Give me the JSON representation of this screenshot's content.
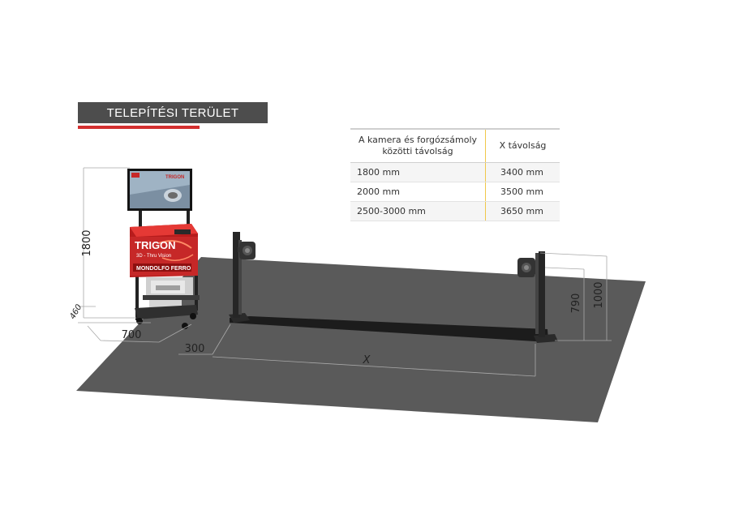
{
  "title": "TELEPÍTÉSI TERÜLET",
  "table": {
    "headers": [
      "A kamera és forgózsámoly közötti távolság",
      "X távolság"
    ],
    "rows": [
      [
        "1800 mm",
        "3400 mm"
      ],
      [
        "2000 mm",
        "3500 mm"
      ],
      [
        "2500-3000 mm",
        "3650 mm"
      ]
    ]
  },
  "dimensions": {
    "cabinet_height": "1800",
    "cabinet_depth": "460",
    "cabinet_width": "700",
    "offset": "300",
    "x_label": "X",
    "camera_height": "790",
    "column_height": "1000"
  },
  "console": {
    "brand": "TRIGON",
    "subtitle": "3D - Thru Vision",
    "maker": "MONDOLFO FERRO",
    "monitor_logo": "TRIGON"
  },
  "colors": {
    "floor": "#5a5a5a",
    "title_bar": "#4d4d4d",
    "accent_red": "#d32f2f",
    "cabinet_red": "#c62828",
    "table_divider": "#f0c84a"
  }
}
